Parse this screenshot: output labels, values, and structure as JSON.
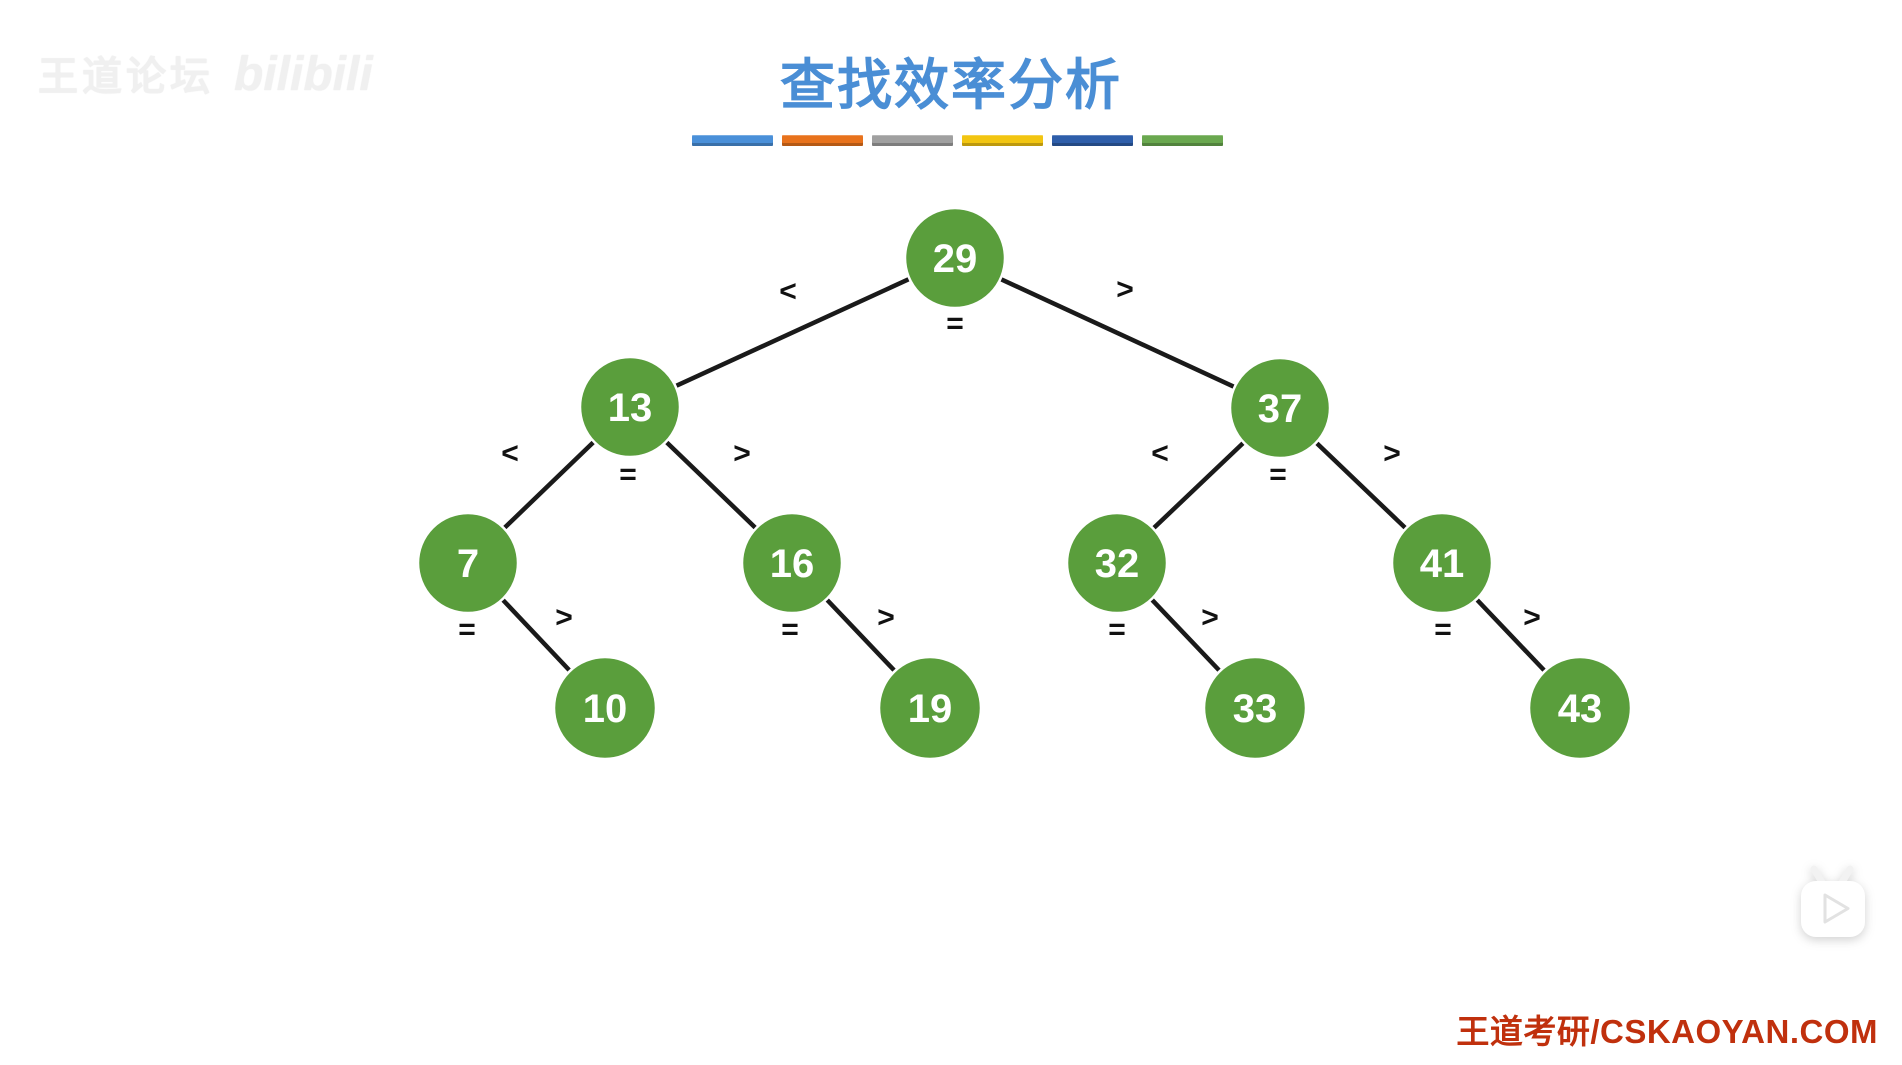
{
  "watermark": {
    "site": "王道论坛",
    "logo": "bilibili"
  },
  "header": {
    "title": "查找效率分析",
    "title_color": "#4a8ed5",
    "divider_bars": [
      "#4a90d9",
      "#e8721c",
      "#a0a0a0",
      "#f2c511",
      "#2e5eaa",
      "#6aa84f"
    ]
  },
  "tree": {
    "type": "binary-search-tree",
    "node_color": "#5a9e3c",
    "node_text_color": "#ffffff",
    "edge_color": "#1a1a1a",
    "nodes": [
      {
        "value": "29"
      },
      {
        "value": "13"
      },
      {
        "value": "37"
      },
      {
        "value": "7"
      },
      {
        "value": "16"
      },
      {
        "value": "32"
      },
      {
        "value": "41"
      },
      {
        "value": "10"
      },
      {
        "value": "19"
      },
      {
        "value": "33"
      },
      {
        "value": "43"
      }
    ],
    "branch_labels": [
      {
        "edge": "29-13",
        "label": "<"
      },
      {
        "edge": "29-37",
        "label": ">"
      },
      {
        "edge": "13-7",
        "label": "<"
      },
      {
        "edge": "13-16",
        "label": ">"
      },
      {
        "edge": "37-32",
        "label": "<"
      },
      {
        "edge": "37-41",
        "label": ">"
      },
      {
        "edge": "7-10",
        "label": ">"
      },
      {
        "edge": "16-19",
        "label": ">"
      },
      {
        "edge": "32-33",
        "label": ">"
      },
      {
        "edge": "41-43",
        "label": ">"
      }
    ],
    "equal_labels": [
      {
        "node": "29",
        "label": "="
      },
      {
        "node": "13",
        "label": "="
      },
      {
        "node": "37",
        "label": "="
      },
      {
        "node": "7",
        "label": "="
      },
      {
        "node": "16",
        "label": "="
      },
      {
        "node": "32",
        "label": "="
      },
      {
        "node": "41",
        "label": "="
      }
    ]
  },
  "footer": {
    "text": "王道考研/CSKAOYAN.COM",
    "color": "#c0300d"
  },
  "player": {
    "icon": "bilibili-tv-play-icon"
  }
}
